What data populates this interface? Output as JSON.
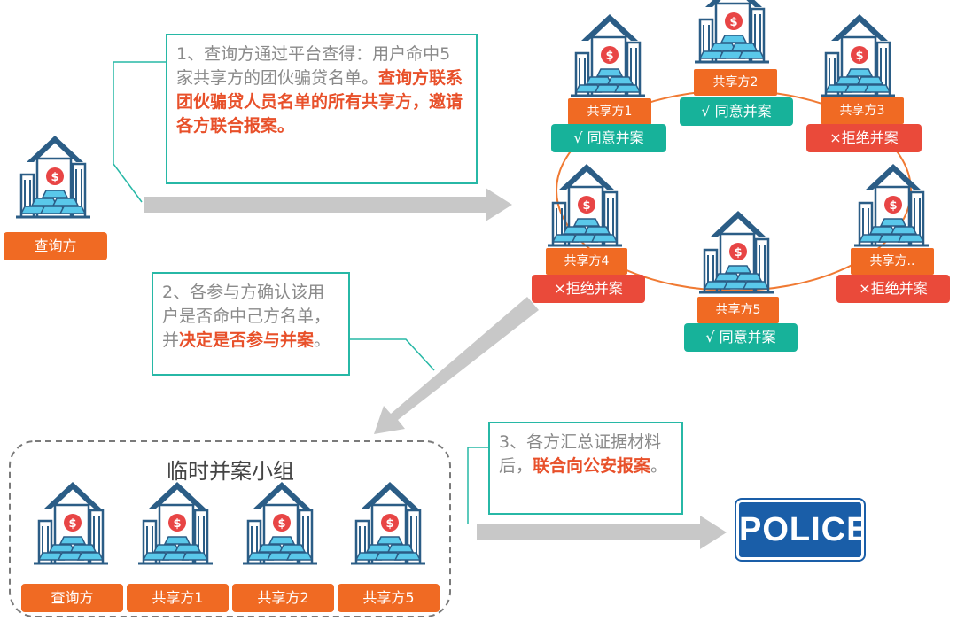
{
  "notes": {
    "step1": {
      "plain": "1、查询方通过平台查得：用户命中5家共享方的团伙骗贷名单。",
      "highlight": "查询方联系团伙骗贷人员名单的所有共享方，邀请各方联合报案。"
    },
    "step2": {
      "plain": "2、各参与方确认该用户是否命中己方名单，并",
      "highlight": "决定是否参与并案",
      "tail": "。"
    },
    "step3": {
      "plain": "3、各方汇总证据材料后，",
      "highlight": "联合向公安报案",
      "tail": "。"
    }
  },
  "querier": {
    "label": "查询方"
  },
  "ring": {
    "sharers": [
      {
        "label": "共享方1",
        "status": "√ 同意并案"
      },
      {
        "label": "共享方2",
        "status": "√ 同意并案"
      },
      {
        "label": "共享方3",
        "status": "×拒绝并案"
      },
      {
        "label": "共享方4",
        "status": "×拒绝并案"
      },
      {
        "label": "共享方5",
        "status": "√ 同意并案"
      },
      {
        "label": "共享方..",
        "status": "×拒绝并案"
      }
    ]
  },
  "group": {
    "title": "临时并案小组",
    "members": [
      "查询方",
      "共享方1",
      "共享方2",
      "共享方5"
    ]
  },
  "police_sign": "POLICE",
  "colors": {
    "accent_orange": "#f06a23",
    "accept_green": "#17b29a",
    "reject_red": "#ea4a3a",
    "note_border": "#27b8a6",
    "icon_blue": "#2b5d86",
    "arrow_gray": "#c8c8c8"
  },
  "icons": {
    "institution": "bank-building-icon",
    "sign": "police-sign-icon"
  }
}
